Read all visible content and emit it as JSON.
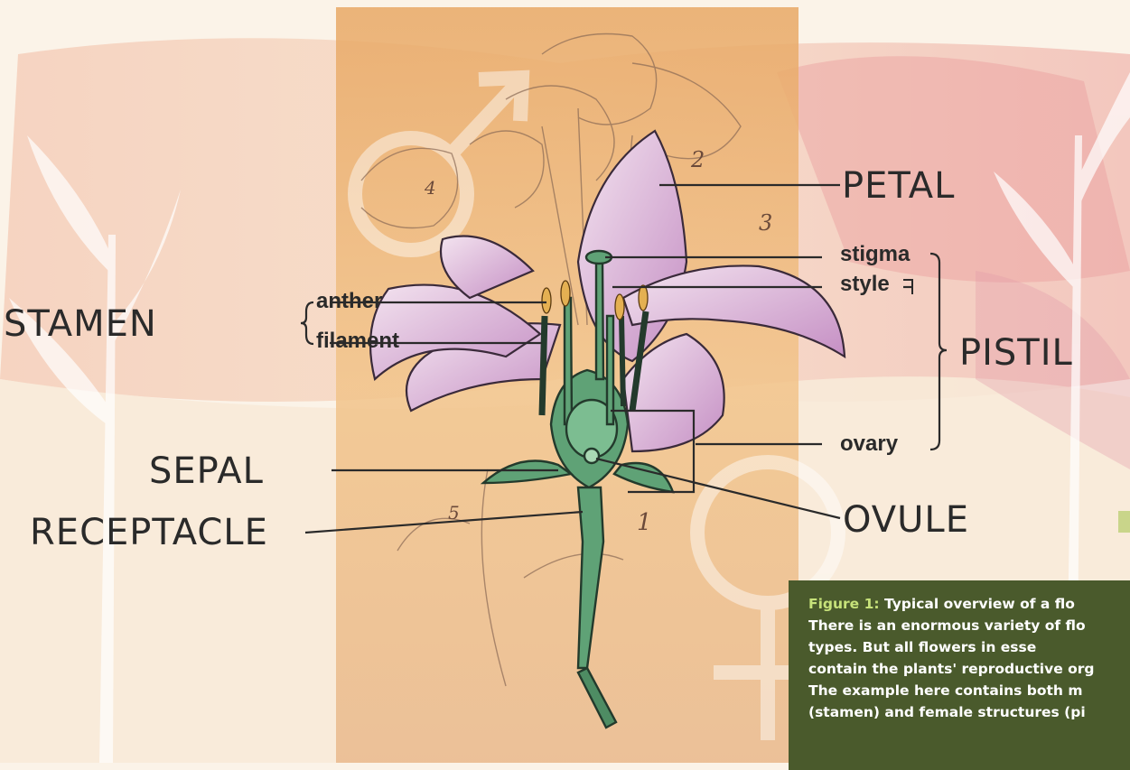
{
  "labels": {
    "petal": "PETAL",
    "stigma": "stigma",
    "style": "style",
    "stamen": "STAMEN",
    "anther": "anther",
    "filament": "filament",
    "pistil": "PISTIL",
    "ovary": "ovary",
    "sepal": "SEPAL",
    "ovule": "OVULE",
    "receptacle": "RECEPTACLE"
  },
  "sketch_numbers": [
    "1",
    "2",
    "3",
    "4",
    "5"
  ],
  "caption": {
    "figure_label": "Figure 1:",
    "line1_rest": " Typical overview of a flo",
    "line2": "There is an enormous variety of flo",
    "line3": "types.  But  all  flowers  in  esse",
    "line4": "contain the plants' reproductive org",
    "line5": "The example here contains both m",
    "line6": "(stamen) and female structures (pi"
  },
  "colors": {
    "background": "#fbf3e8",
    "petal": "#c99ac8",
    "green_parts": "#5fa276",
    "caption_box": "#4a5a2c",
    "caption_figure_label": "#c7e27a",
    "leader_lines": "#2a2a2a"
  }
}
